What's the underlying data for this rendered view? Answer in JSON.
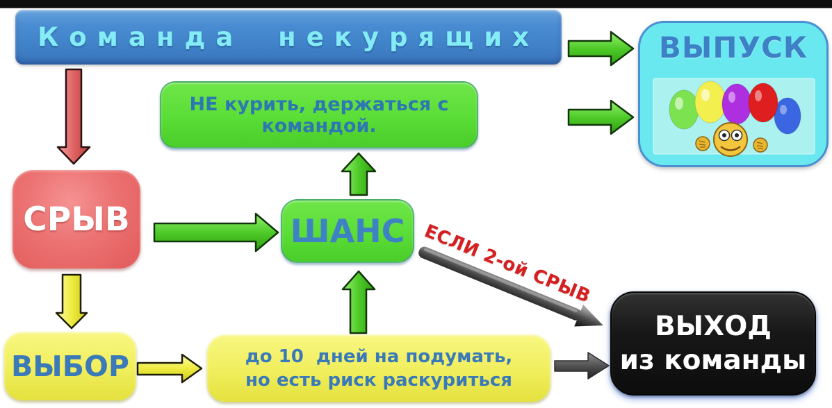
{
  "nodes": {
    "team": {
      "label": "Команда некурящих",
      "bg": "#4184ca",
      "text_color": "#84ecf4"
    },
    "vypusk": {
      "label": "ВЫПУСК",
      "bg": "#69e9ef",
      "text_color": "#3d80c5"
    },
    "rule": {
      "label": "НЕ курить, держаться с командой.",
      "bg": "#5bdd37",
      "text_color": "#2e78b2"
    },
    "sryv": {
      "label": "СРЫВ",
      "bg": "#ec7272",
      "text_color": "#ffffff"
    },
    "chance": {
      "label": "ШАНС",
      "bg": "#5fe03a",
      "text_color": "#3f82c4"
    },
    "vybor": {
      "label": "ВЫБОР",
      "bg": "#f0ee5c",
      "text_color": "#3a7ab8"
    },
    "think": {
      "line1": "до 10  дней на подумать,",
      "line2": "но есть риск раскуриться",
      "bg": "#f0ee5c",
      "text_color": "#3a7ab8"
    },
    "exit": {
      "line1": "ВЫХОД",
      "line2": "из команды",
      "bg": "#161616",
      "text_color": "#ffffff"
    }
  },
  "edge_label": {
    "text": "ЕСЛИ 2-ой СРЫВ",
    "color": "#d42020"
  },
  "arrow_colors": {
    "green": "#4ecb28",
    "red": "#e06060",
    "yellow": "#efed3c",
    "dark": "#4d4d4d"
  },
  "icons": {
    "balloons": {
      "name": "balloons-icon",
      "colors": [
        "#7de24f",
        "#f3ef4e",
        "#ae2fe0",
        "#df1f1f",
        "#3b66e2"
      ]
    },
    "smiley": {
      "name": "thumbs-up-smiley-icon",
      "color": "#f2c73e"
    }
  }
}
